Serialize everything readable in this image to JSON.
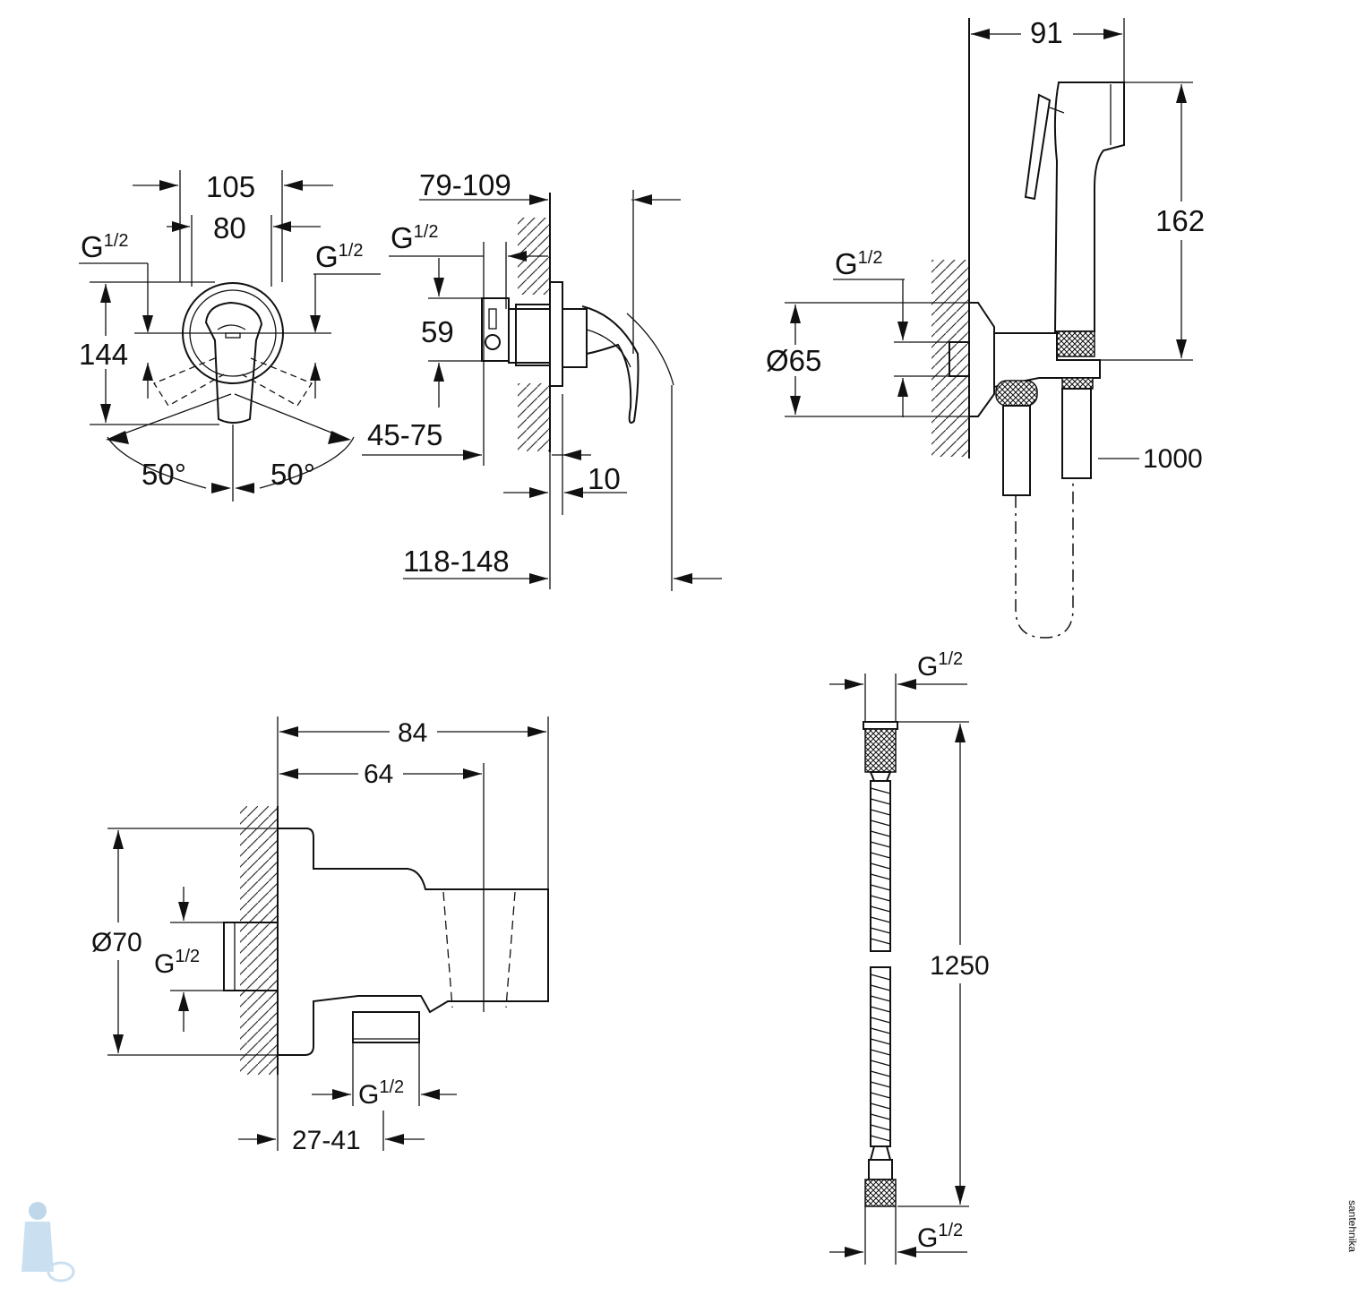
{
  "mixer_front": {
    "width_outer": "105",
    "width_inner": "80",
    "thread_left": "G",
    "thread_right": "G",
    "fraction": "1/2",
    "height": "144",
    "angle_left": "50°",
    "angle_right": "50°"
  },
  "mixer_side": {
    "depth": "79-109",
    "thread": "G",
    "fraction": "1/2",
    "spacing": "59",
    "range_inner": "45-75",
    "offset": "10",
    "range_outer": "118-148"
  },
  "hand_shower": {
    "width": "91",
    "height": "162",
    "thread": "G",
    "fraction": "1/2",
    "diameter": "Ø65",
    "hose_length": "1000"
  },
  "wall_outlet": {
    "length_total": "84",
    "length_inner": "64",
    "diameter": "Ø70",
    "thread_inlet": "G",
    "thread_outlet": "G",
    "fraction": "1/2",
    "installation_range": "27-41"
  },
  "hose": {
    "thread_top": "G",
    "thread_bottom": "G",
    "fraction": "1/2",
    "length": "1250"
  },
  "watermark": "santehnika"
}
